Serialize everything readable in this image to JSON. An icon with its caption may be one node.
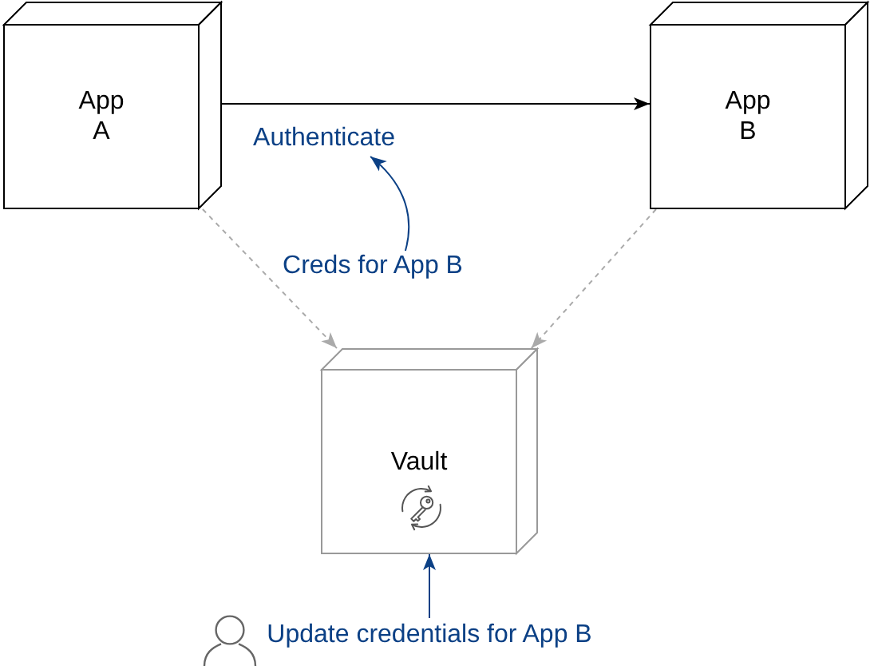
{
  "diagram": {
    "nodes": [
      {
        "text": [
          "App A"
        ]
      },
      {
        "text": [
          "App B"
        ]
      },
      {
        "text": [
          "Vault"
        ]
      },
      {
        "text": [
          "Authenticate"
        ]
      },
      {
        "text": [
          "Creds for App B"
        ]
      },
      {
        "text": [
          "Update credentials for App B"
        ]
      }
    ],
    "edges": [
      {
        "from": 0,
        "to": 1,
        "arrow": "to",
        "color": "#000000"
      },
      {
        "from": 4,
        "to": 3,
        "arrow": "to",
        "color": "#0b4085"
      },
      {
        "from": 0,
        "to": 2,
        "arrow": "to",
        "style": "dashed",
        "color": "#aaaaaa"
      },
      {
        "from": 1,
        "to": 2,
        "arrow": "to",
        "style": "dashed",
        "color": "#aaaaaa"
      },
      {
        "from": 5,
        "to": 2,
        "arrow": "to",
        "color": "#0b4085"
      }
    ]
  }
}
